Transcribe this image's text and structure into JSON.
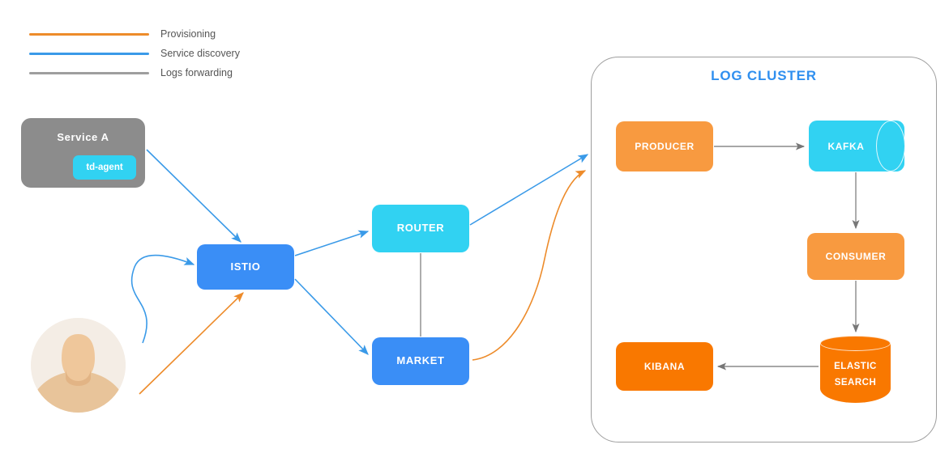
{
  "legend": {
    "items": [
      {
        "label": "Provisioning",
        "color": "#ed8b2a"
      },
      {
        "label": "Service discovery",
        "color": "#3a9ae8"
      },
      {
        "label": "Logs forwarding",
        "color": "#9e9e9e"
      }
    ]
  },
  "nodes": {
    "service_a": {
      "label": "Service A",
      "color": "#8c8c8c"
    },
    "td_agent": {
      "label": "td-agent",
      "color": "#31d2f2"
    },
    "istio": {
      "label": "ISTIO",
      "color": "#3a8ef6"
    },
    "router": {
      "label": "ROUTER",
      "color": "#31d2f2"
    },
    "market": {
      "label": "MARKET",
      "color": "#3a8ef6"
    },
    "producer": {
      "label": "PRODUCER",
      "color": "#f89a40"
    },
    "kafka": {
      "label": "KAFKA",
      "color": "#31d2f2"
    },
    "consumer": {
      "label": "CONSUMER",
      "color": "#f89a40"
    },
    "elasticsearch": {
      "label_line1": "ELASTIC",
      "label_line2": "SEARCH",
      "color": "#f97800"
    },
    "kibana": {
      "label": "KIBANA",
      "color": "#f97800"
    }
  },
  "cluster": {
    "title": "LOG CLUSTER",
    "title_color": "#2f8fef",
    "border_color": "#9e9e9e"
  },
  "actor": {
    "name": "user-avatar"
  },
  "edges": [
    {
      "from": "service_a",
      "to": "istio",
      "type": "service-discovery",
      "color": "#3a9ae8"
    },
    {
      "from": "user",
      "to": "istio",
      "type": "service-discovery",
      "color": "#3a9ae8"
    },
    {
      "from": "user",
      "to": "istio",
      "type": "provisioning",
      "color": "#ed8b2a"
    },
    {
      "from": "istio",
      "to": "router",
      "type": "service-discovery",
      "color": "#3a9ae8"
    },
    {
      "from": "istio",
      "to": "market",
      "type": "service-discovery",
      "color": "#3a9ae8"
    },
    {
      "from": "router",
      "to": "log_cluster",
      "type": "service-discovery",
      "color": "#3a9ae8"
    },
    {
      "from": "market",
      "to": "log_cluster",
      "type": "provisioning",
      "color": "#ed8b2a"
    },
    {
      "from": "router",
      "to": "market",
      "type": "logs-forwarding",
      "color": "#9e9e9e"
    },
    {
      "from": "producer",
      "to": "kafka",
      "type": "logs-forwarding",
      "color": "#9e9e9e"
    },
    {
      "from": "kafka",
      "to": "consumer",
      "type": "logs-forwarding",
      "color": "#9e9e9e"
    },
    {
      "from": "consumer",
      "to": "elasticsearch",
      "type": "logs-forwarding",
      "color": "#9e9e9e"
    },
    {
      "from": "elasticsearch",
      "to": "kibana",
      "type": "logs-forwarding",
      "color": "#9e9e9e"
    }
  ]
}
